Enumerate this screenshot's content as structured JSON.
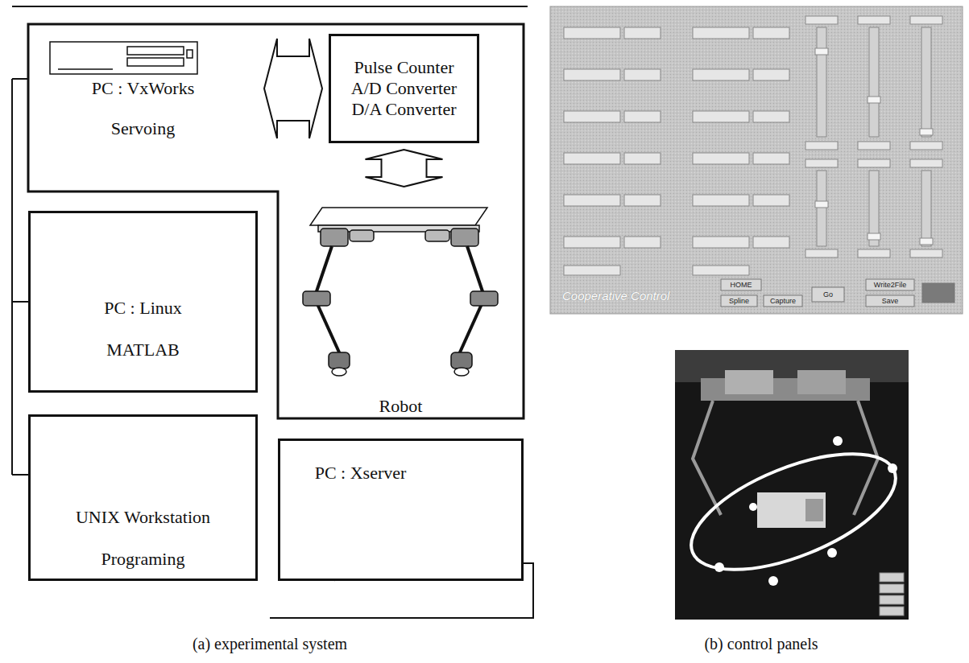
{
  "diagram": {
    "nodes": [
      {
        "text": [
          "PC : VxWorks",
          "Servoing"
        ]
      },
      {
        "text": [
          "Pulse Counter A/D Converter D/A Converter"
        ]
      },
      {
        "text": [
          "Robot"
        ]
      },
      {
        "text": [
          "PC : Linux",
          "MATLAB"
        ]
      },
      {
        "text": [
          "UNIX Workstation",
          "Programing"
        ]
      },
      {
        "text": [
          "PC : Xserver"
        ]
      }
    ],
    "edges": [
      {
        "from": 0,
        "to": 1,
        "arrow": "both"
      },
      {
        "from": 1,
        "to": 2,
        "arrow": "both"
      }
    ],
    "labels": [
      "(a) experimental system",
      "(b) control panels",
      "Cooperative Control",
      "HOME",
      "Spline",
      "Capture",
      "Go",
      "Write2File",
      "Save"
    ]
  }
}
